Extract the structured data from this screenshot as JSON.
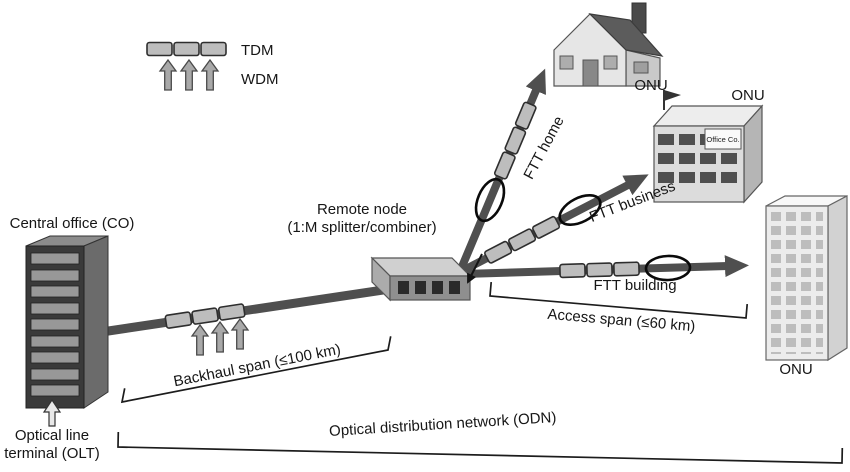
{
  "colors": {
    "fiber": "#4f4f4f",
    "ink": "#161616",
    "tdm_fill": "#bdbdbd",
    "wdm_fill": "#a9a9a9"
  },
  "legend": {
    "tdm_label": "TDM",
    "wdm_label": "WDM"
  },
  "central_office": {
    "label": "Central office (CO)",
    "device_label_line1": "Optical line",
    "device_label_line2": "terminal (OLT)"
  },
  "remote_node": {
    "label_line1": "Remote node",
    "label_line2": "(1:M splitter/combiner)"
  },
  "branches": {
    "home": {
      "label": "FTT home",
      "onu_label": "ONU"
    },
    "business": {
      "label": "FTT business",
      "onu_label": "ONU",
      "building_sign": "Office Co."
    },
    "building": {
      "label": "FTT building",
      "onu_label": "ONU"
    }
  },
  "spans": {
    "backhaul": "Backhaul span (≤100 km)",
    "access": "Access span (≤60 km)",
    "odn": "Optical distribution network (ODN)"
  }
}
